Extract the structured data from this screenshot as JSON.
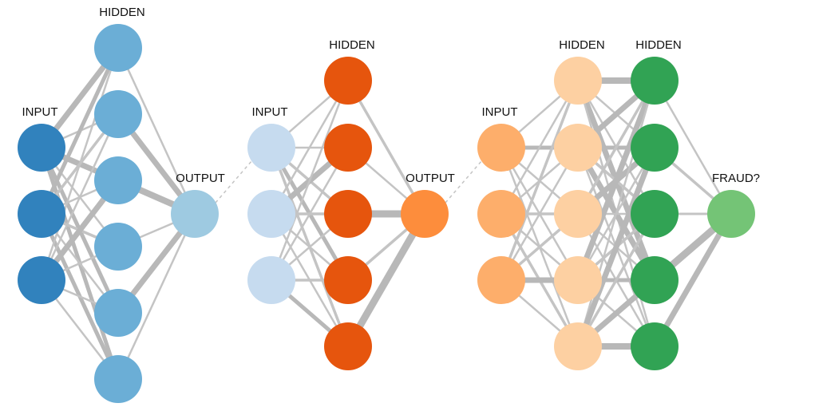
{
  "colors": {
    "edge": "#c4c4c4",
    "edge_strong": "#b8b8b8",
    "connector": "#c4c4c4",
    "net1_input": "#3182bd",
    "net1_hidden": "#6baed6",
    "net1_output": "#9ecae1",
    "net2_input": "#c6dbef",
    "net2_hidden": "#e6550d",
    "net2_output": "#fd8d3c",
    "net3_input": "#fdae6b",
    "net3_hidden1": "#fdd0a2",
    "net3_hidden2": "#31a354",
    "net3_output": "#74c476"
  },
  "networks": [
    {
      "id": "net1",
      "layers": [
        {
          "label": "INPUT",
          "nodes": 3,
          "color_key": "net1_input"
        },
        {
          "label": "HIDDEN",
          "nodes": 6,
          "color_key": "net1_hidden"
        },
        {
          "label": "OUTPUT",
          "nodes": 1,
          "color_key": "net1_output"
        }
      ]
    },
    {
      "id": "net2",
      "layers": [
        {
          "label": "INPUT",
          "nodes": 3,
          "color_key": "net2_input"
        },
        {
          "label": "HIDDEN",
          "nodes": 5,
          "color_key": "net2_hidden"
        },
        {
          "label": "OUTPUT",
          "nodes": 1,
          "color_key": "net2_output"
        }
      ]
    },
    {
      "id": "net3",
      "layers": [
        {
          "label": "INPUT",
          "nodes": 3,
          "color_key": "net3_input"
        },
        {
          "label": "HIDDEN",
          "nodes": 5,
          "color_key": "net3_hidden1"
        },
        {
          "label": "HIDDEN",
          "nodes": 5,
          "color_key": "net3_hidden2"
        },
        {
          "label": "FRAUD?",
          "nodes": 1,
          "color_key": "net3_output"
        }
      ]
    }
  ]
}
